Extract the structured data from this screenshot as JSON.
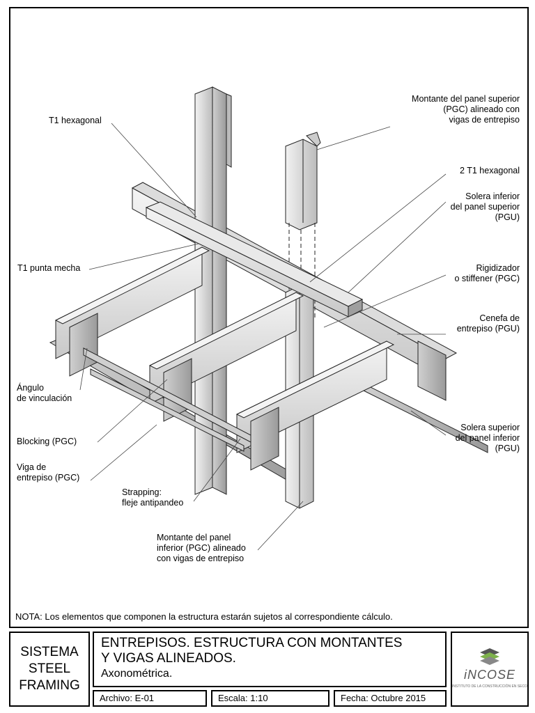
{
  "labels": {
    "t1_hexagonal": "T1 hexagonal",
    "montante_superior": [
      "Montante del panel superior",
      "(PGC) alineado con",
      "vigas de entrepiso"
    ],
    "dos_t1_hexagonal": "2 T1 hexagonal",
    "solera_inferior": [
      "Solera inferior",
      "del panel superior",
      "(PGU)"
    ],
    "t1_punta_mecha": "T1 punta mecha",
    "rigidizador": [
      "Rigidizador",
      "o stiffener (PGC)"
    ],
    "cenefa": [
      "Cenefa de",
      "entrepiso (PGU)"
    ],
    "angulo": [
      "Ángulo",
      "de vinculación"
    ],
    "blocking": "Blocking (PGC)",
    "solera_superior": [
      "Solera superior",
      "del panel inferior",
      "(PGU)"
    ],
    "viga": [
      "Viga de",
      "entrepiso (PGC)"
    ],
    "strapping": [
      "Strapping:",
      "fleje antipandeo"
    ],
    "montante_inferior": [
      "Montante del panel",
      "inferior (PGC) alineado",
      "con vigas de entrepiso"
    ]
  },
  "note": "NOTA: Los elementos que componen la estructura estarán sujetos al correspondiente cálculo.",
  "title_block": {
    "system": [
      "SISTEMA",
      "STEEL",
      "FRAMING"
    ],
    "title_line1": "ENTREPISOS. ESTRUCTURA CON MONTANTES",
    "title_line2": "Y VIGAS ALINEADOS.",
    "subtitle": "Axonométrica.",
    "archivo": "Archivo: E-01",
    "escala": "Escala: 1:10",
    "fecha": "Fecha: Octubre 2015",
    "logo_text": "iNCOSE",
    "logo_sub": "INSTITUTO DE LA CONSTRUCCIÓN EN SECO"
  },
  "colors": {
    "steel_light": "#e6e6e6",
    "steel_mid": "#bdbdbd",
    "steel_dark": "#8c8c8c",
    "logo_green": "#7db14a",
    "logo_grey": "#555555"
  }
}
